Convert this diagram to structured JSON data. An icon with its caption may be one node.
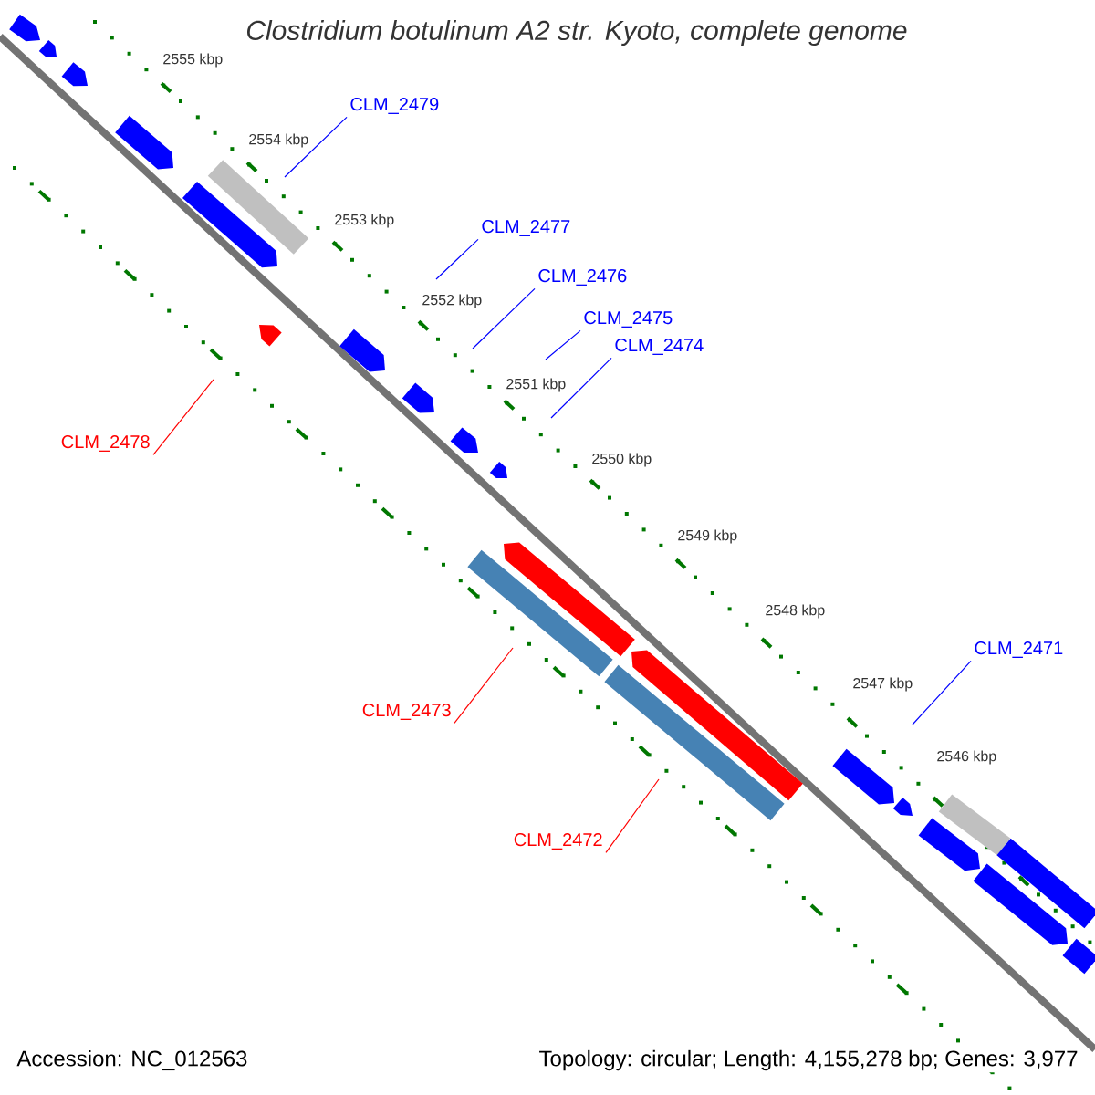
{
  "diagram": {
    "title": "Clostridium botulinum A2 str. Kyoto, complete genome",
    "nodes": [
      {
        "text": [
          "CLM_2479"
        ]
      },
      {
        "text": [
          "CLM_2477"
        ]
      },
      {
        "text": [
          "CLM_2476"
        ]
      },
      {
        "text": [
          "CLM_2475"
        ]
      },
      {
        "text": [
          "CLM_2474"
        ]
      },
      {
        "text": [
          "CLM_2478"
        ]
      },
      {
        "text": [
          "CLM_2473"
        ]
      },
      {
        "text": [
          "CLM_2471"
        ]
      },
      {
        "text": [
          "CLM_2472"
        ]
      }
    ],
    "edges": [
      {
        "from": 0,
        "to": null,
        "arrow": "none"
      },
      {
        "from": 1,
        "to": null,
        "arrow": "none"
      },
      {
        "from": 2,
        "to": null,
        "arrow": "none"
      },
      {
        "from": 3,
        "to": null,
        "arrow": "none"
      },
      {
        "from": 4,
        "to": null,
        "arrow": "none"
      },
      {
        "from": 5,
        "to": null,
        "arrow": "none",
        "color": "#ff0000"
      },
      {
        "from": 6,
        "to": null,
        "arrow": "none",
        "color": "#ff0000"
      },
      {
        "from": 7,
        "to": null,
        "arrow": "none"
      },
      {
        "from": 8,
        "to": null,
        "arrow": "none",
        "color": "#ff0000"
      }
    ],
    "labels": [
      "2555 kbp",
      "2554 kbp",
      "2553 kbp",
      "2552 kbp",
      "2551 kbp",
      "2550 kbp",
      "2549 kbp",
      "2548 kbp",
      "2547 kbp",
      "2546 kbp",
      "Accession: NC_012563",
      "Topology: circular; Length: 4,155,278 bp; Genes: 3,977"
    ]
  }
}
